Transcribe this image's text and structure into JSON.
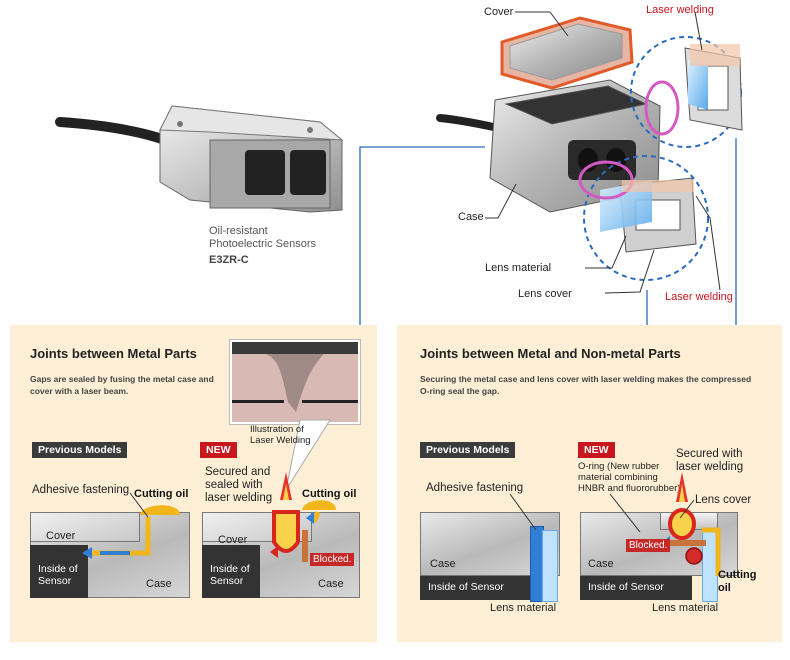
{
  "product": {
    "caption_line1": "Oil-resistant",
    "caption_line2": "Photoelectric Sensors",
    "model": "E3ZR-C"
  },
  "exploded_view": {
    "cover": "Cover",
    "laser_welding_top": "Laser welding",
    "case": "Case",
    "lens_material": "Lens material",
    "lens_cover": "Lens cover",
    "laser_welding_bottom": "Laser welding"
  },
  "metal_panel": {
    "title": "Joints between Metal Parts",
    "description_line1": "Gaps are sealed by fusing the metal case and",
    "description_line2": "cover with a laser beam.",
    "illustration_line1": "Illustration of",
    "illustration_line2": "Laser Welding",
    "previous": {
      "tag": "Previous Models",
      "adhesive": "Adhesive fastening",
      "cutting_oil": "Cutting oil",
      "cover": "Cover",
      "inside_line1": "Inside of",
      "inside_line2": "Sensor",
      "case": "Case"
    },
    "new": {
      "tag": "NEW",
      "secured_line1": "Secured and",
      "secured_line2": "sealed with",
      "secured_line3": "laser welding",
      "cutting_oil": "Cutting oil",
      "cover": "Cover",
      "blocked": "Blocked.",
      "inside_line1": "Inside of",
      "inside_line2": "Sensor",
      "case": "Case"
    }
  },
  "nonmetal_panel": {
    "title": "Joints between Metal and Non-metal Parts",
    "description_line1": "Securing the metal case and lens cover with laser welding makes the compressed",
    "description_line2": "O-ring seal the gap.",
    "previous": {
      "tag": "Previous Models",
      "adhesive": "Adhesive fastening",
      "case": "Case",
      "inside": "Inside of Sensor",
      "lens_material": "Lens material"
    },
    "new": {
      "tag": "NEW",
      "oring_line1": "O-ring (New rubber",
      "oring_line2": "material combining",
      "oring_line3": "HNBR and fluororubber)",
      "secured_line1": "Secured with",
      "secured_line2": "laser welding",
      "lens_cover": "Lens cover",
      "blocked": "Blocked.",
      "case": "Case",
      "inside": "Inside of Sensor",
      "cutting_oil_line1": "Cutting",
      "cutting_oil_line2": "oil",
      "lens_material": "Lens material"
    }
  },
  "colors": {
    "panel_bg": "#fcefd6",
    "new_red": "#c8161e",
    "oil_yellow": "#f2b51c",
    "blue_arrow": "#2f7fd8",
    "guide_line": "#2a6bbf"
  }
}
